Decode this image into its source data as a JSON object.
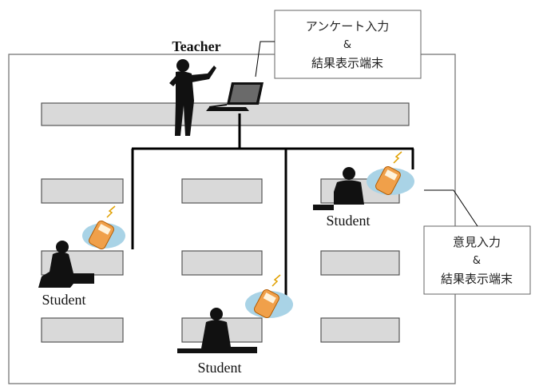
{
  "teacher": {
    "label": "Teacher"
  },
  "teacher_terminal": {
    "line1": "アンケート入力",
    "line2": "&",
    "line3": "結果表示端末"
  },
  "student_terminal": {
    "line1": "意見入力",
    "line2": "&",
    "line3": "結果表示端末"
  },
  "students": [
    {
      "label": "Student"
    },
    {
      "label": "Student"
    },
    {
      "label": "Student"
    }
  ],
  "colors": {
    "desk_fill": "#d9d9d9",
    "desk_stroke": "#555555",
    "room_border": "#777777",
    "network_line": "#000000",
    "silhouette": "#111111",
    "phone_halo": "#a9d3e6",
    "phone_body": "#f0a04a"
  }
}
